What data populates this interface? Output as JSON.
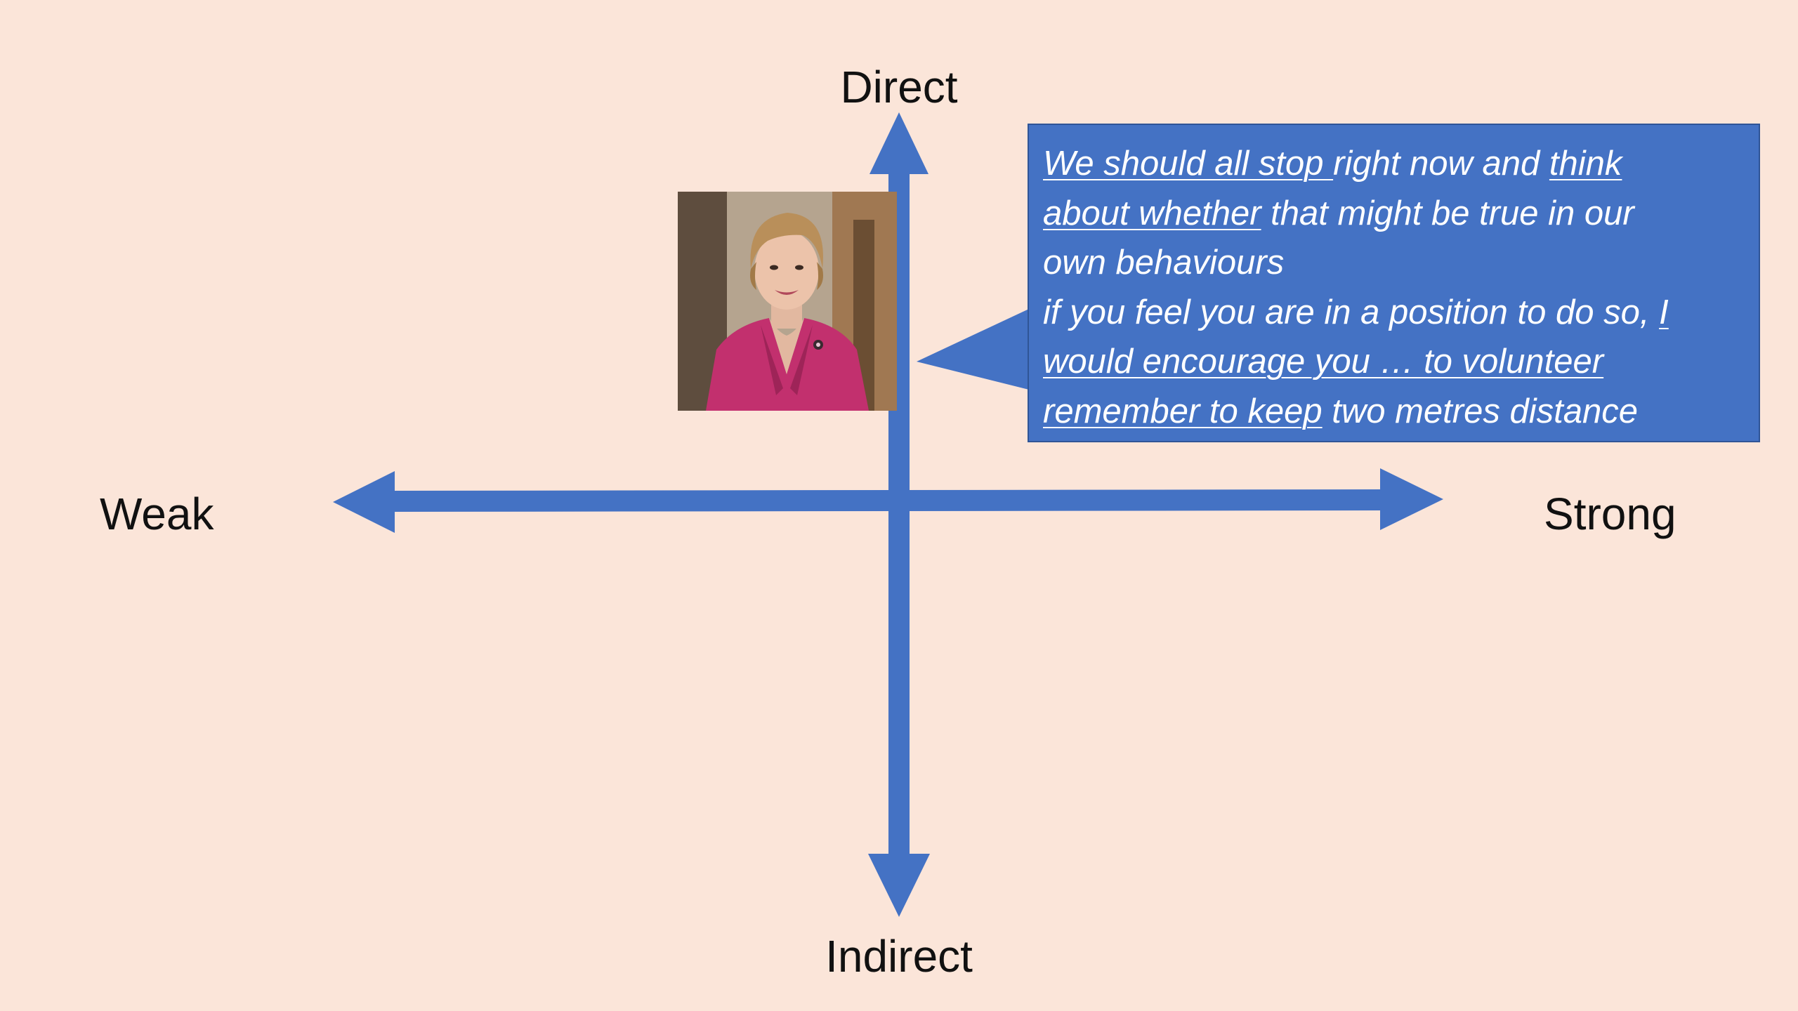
{
  "axes": {
    "top_label": "Direct",
    "bottom_label": "Indirect",
    "left_label": "Weak",
    "right_label": "Strong"
  },
  "colors": {
    "background": "#fbe5d9",
    "accent": "#4472c4",
    "label_text": "#111111",
    "callout_text": "#ffffff"
  },
  "portrait": {
    "description_icon": "portrait-photo"
  },
  "callout": {
    "lines": [
      [
        {
          "text": "We should all stop ",
          "underline": true
        },
        {
          "text": "right now and ",
          "underline": false
        },
        {
          "text": "think",
          "underline": true
        }
      ],
      [
        {
          "text": "about whether",
          "underline": true
        },
        {
          "text": " that might be true in our",
          "underline": false
        }
      ],
      [
        {
          "text": "own behaviours",
          "underline": false
        }
      ],
      [
        {
          "text": "if you feel you are in a position to do so, ",
          "underline": false
        },
        {
          "text": "I",
          "underline": true
        }
      ],
      [
        {
          "text": "would encourage you … to volunteer",
          "underline": true
        }
      ],
      [
        {
          "text": "remember to keep",
          "underline": true
        },
        {
          "text": " two metres distance",
          "underline": false
        }
      ]
    ]
  }
}
